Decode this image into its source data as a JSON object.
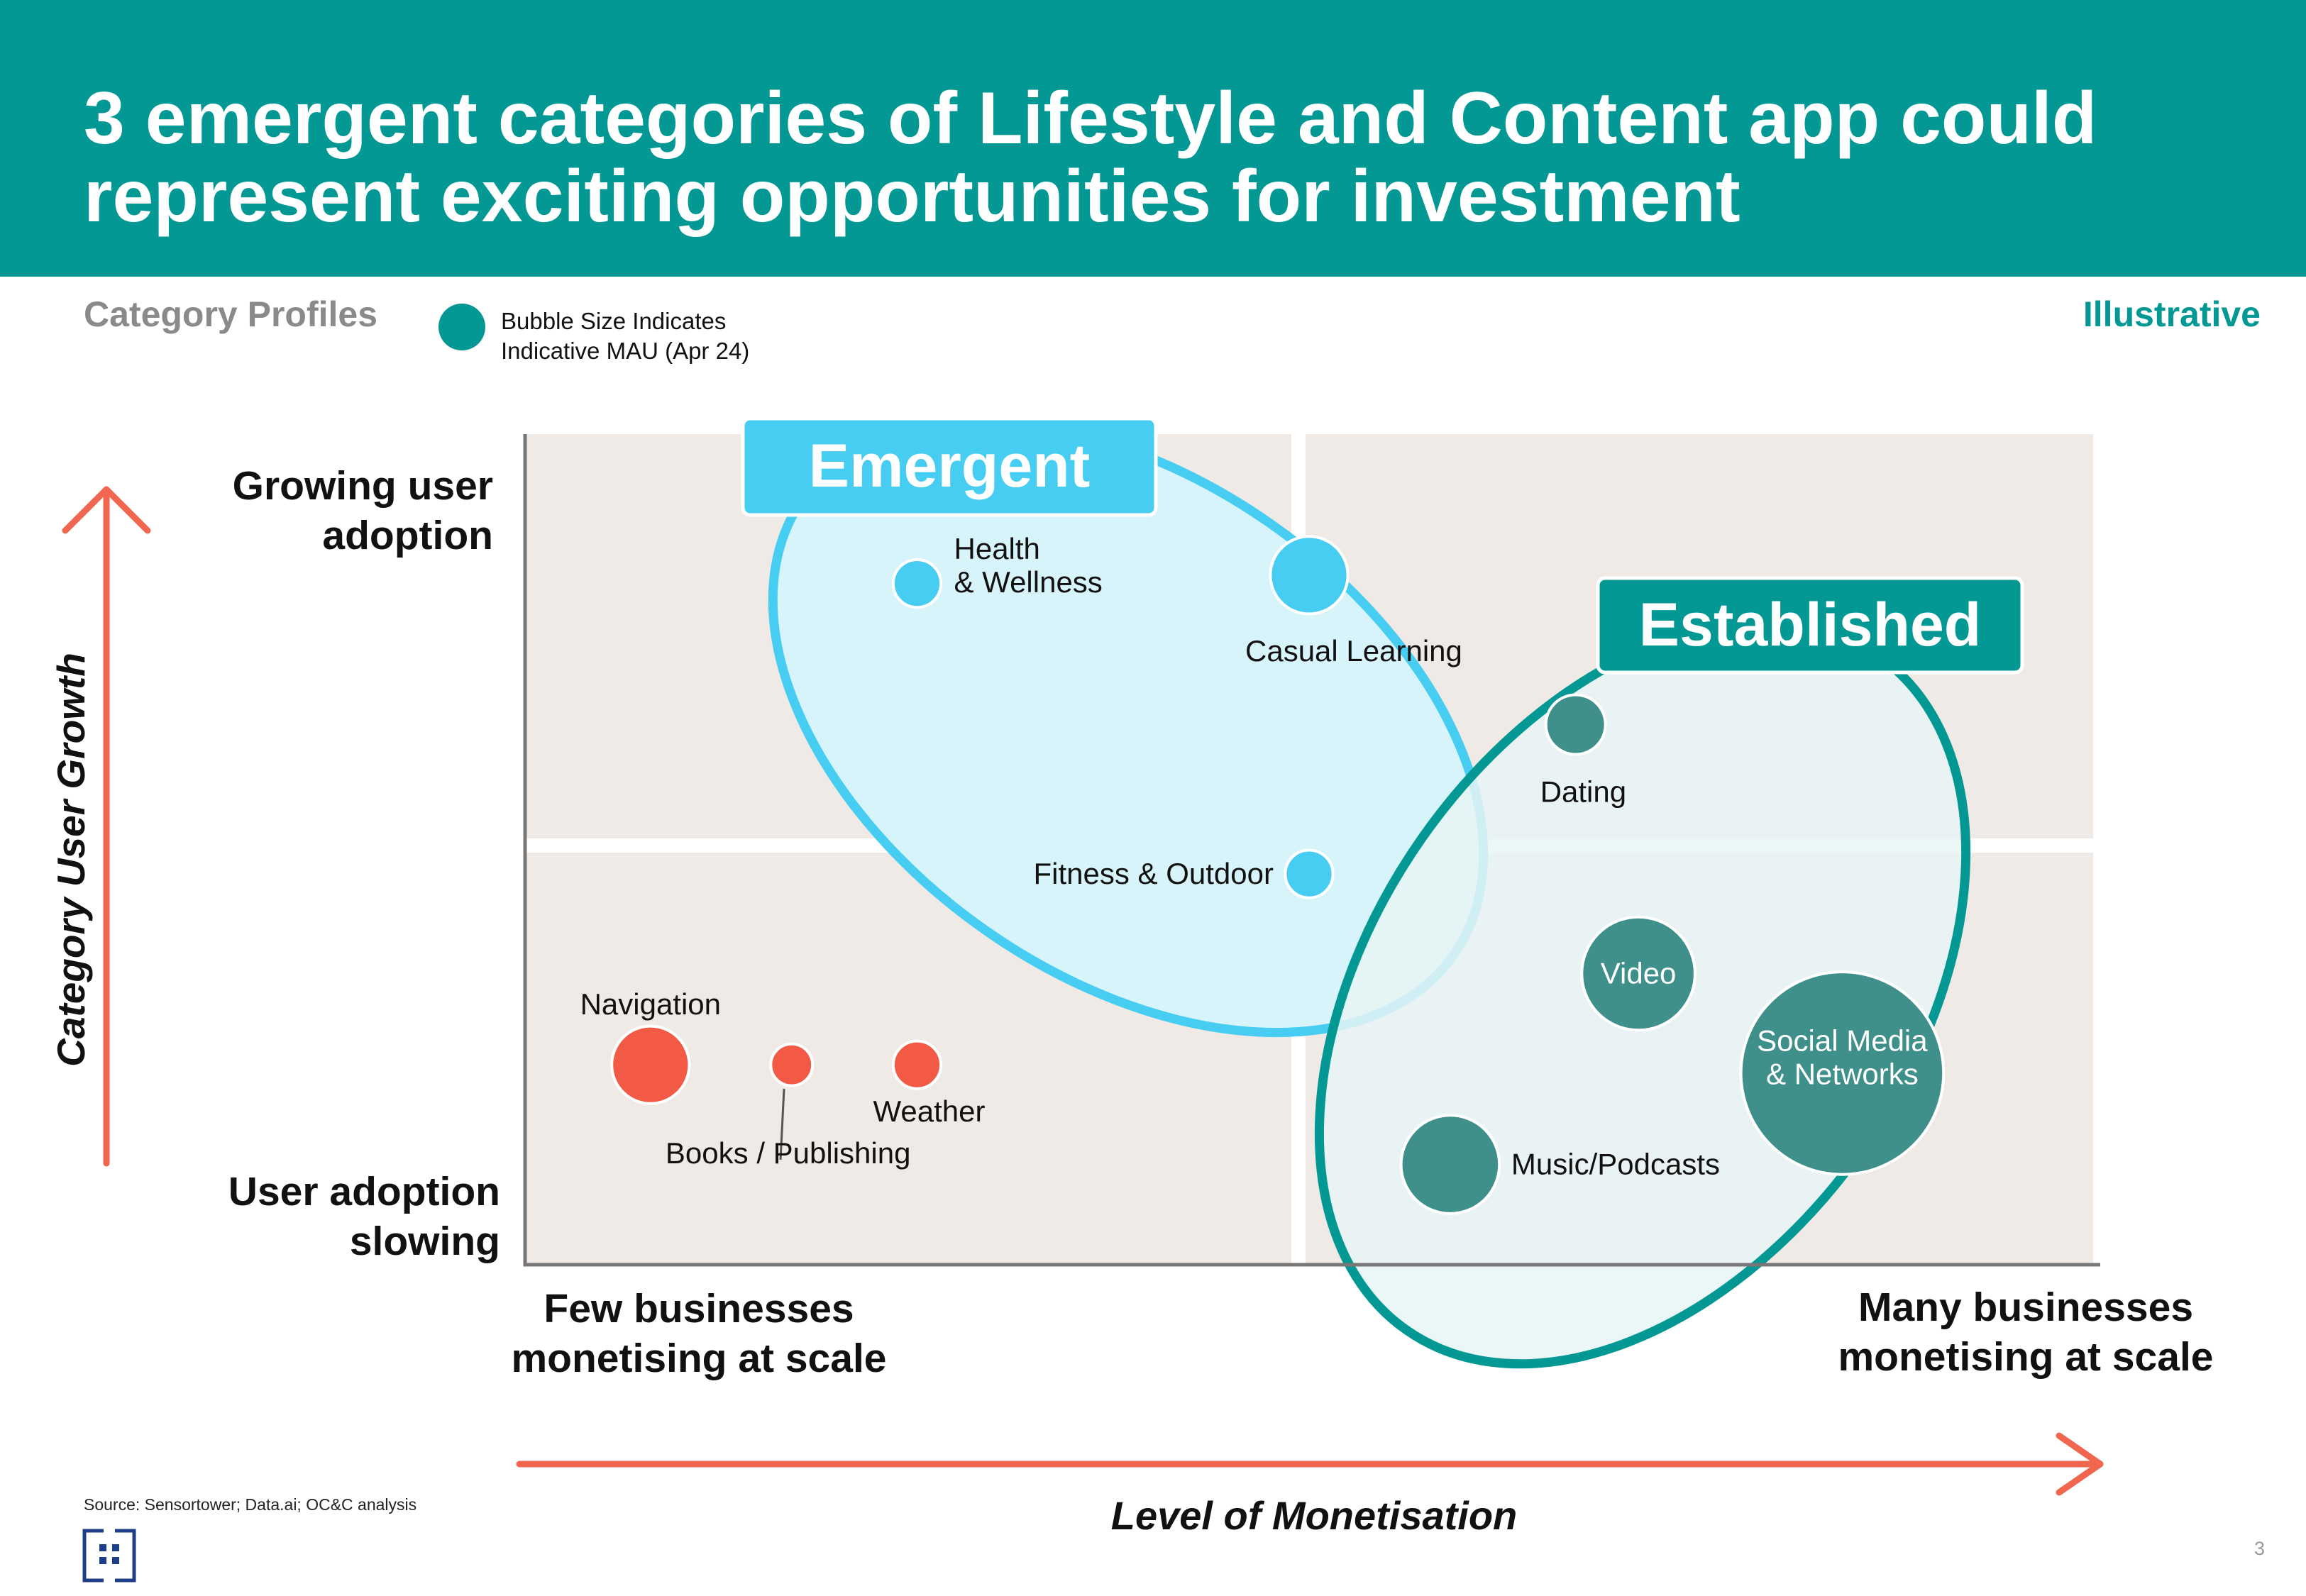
{
  "header": {
    "title_line1": "3 emergent categories of Lifestyle and Content app could",
    "title_line2": "represent exciting opportunities for investment"
  },
  "subtitle": "Category Profiles",
  "legend": {
    "line1": "Bubble Size Indicates",
    "line2": "Indicative MAU (Apr 24)"
  },
  "badge": "Illustrative",
  "colors": {
    "header": "#039893",
    "emergent": "#47CCF2",
    "emergent_fill": "#D8F4FB",
    "established": "#039893",
    "established_fill": "#E8F5F4",
    "established_bubble": "#3F8F8A",
    "slowing": "#F25A45",
    "quadrant_bg": "#EFEAE6",
    "arrow": "#F0664E"
  },
  "chart_data": {
    "type": "bubble",
    "x_axis": {
      "title": "Level of Monetisation",
      "low_label": [
        "Few businesses",
        "monetising at scale"
      ],
      "high_label": [
        "Many businesses",
        "monetising at scale"
      ],
      "range": [
        0,
        1
      ]
    },
    "y_axis": {
      "title": "Category User Growth",
      "high_label": [
        "Growing user",
        "adoption"
      ],
      "low_label": [
        "User adoption",
        "slowing"
      ],
      "range": [
        0,
        1
      ]
    },
    "groups": [
      {
        "name": "Emergent",
        "color": "#47CCF2"
      },
      {
        "name": "Established",
        "color": "#039893"
      }
    ],
    "bubbles": [
      {
        "label": "Health\n& Wellness",
        "x": 0.25,
        "y": 0.82,
        "size": 16,
        "group": "Emergent"
      },
      {
        "label": "Casual Learning",
        "x": 0.5,
        "y": 0.83,
        "size": 26,
        "group": "Emergent"
      },
      {
        "label": "Fitness & Outdoor",
        "x": 0.5,
        "y": 0.47,
        "size": 16,
        "group": "Emergent"
      },
      {
        "label": "Dating",
        "x": 0.67,
        "y": 0.65,
        "size": 20,
        "group": "Established"
      },
      {
        "label": "Video",
        "x": 0.71,
        "y": 0.35,
        "size": 38,
        "group": "Established"
      },
      {
        "label": "Social Media\n& Networks",
        "x": 0.84,
        "y": 0.23,
        "size": 68,
        "group": "Established"
      },
      {
        "label": "Music/Podcasts",
        "x": 0.59,
        "y": 0.12,
        "size": 33,
        "group": "Established"
      },
      {
        "label": "Navigation",
        "x": 0.08,
        "y": 0.24,
        "size": 26,
        "group": "Slowing"
      },
      {
        "label": "Books / Publishing",
        "x": 0.17,
        "y": 0.24,
        "size": 14,
        "group": "Slowing"
      },
      {
        "label": "Weather",
        "x": 0.25,
        "y": 0.24,
        "size": 16,
        "group": "Slowing"
      }
    ]
  },
  "footer": {
    "source": "Source: Sensortower; Data.ai; OC&C analysis",
    "page_number": "3"
  }
}
